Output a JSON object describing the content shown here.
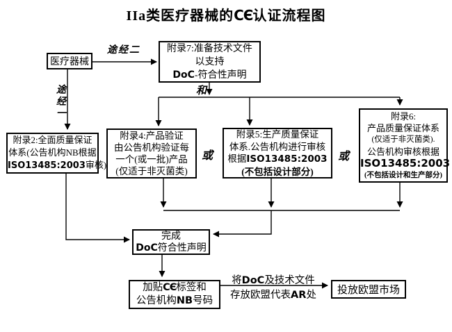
{
  "colors": {
    "ink": "#000000",
    "background": "#ffffff"
  },
  "title": {
    "pre": "IIa类医疗器械的",
    "ce_mark": "CЄ",
    "post": "认证流程图"
  },
  "labels": {
    "route2": "途经二",
    "route1": "途经一",
    "and": "和",
    "or_left": "或",
    "or_right": "或"
  },
  "boxes": {
    "device": {
      "text": "医疗器械"
    },
    "annex7": {
      "l1": "附录7:准备技术文件",
      "l2": "以支持",
      "l3a": "DoC",
      "l3b": "-符合性声明"
    },
    "annex2": {
      "l1": "附录2:全面质量保证",
      "l2": "体系(公告机构NB根据",
      "l3a": "ISO13485:2003",
      "l3b": "审核)"
    },
    "annex4": {
      "l1": "附录4:产品验证",
      "l2": "由公告机构验证每",
      "l3": "一个(或一批)产品",
      "l4": "(仅适于非灭菌类)"
    },
    "annex5": {
      "l1": "附录5:生产质量保证",
      "l2": "体系.公告机构进行审核",
      "l3a": "根据",
      "l3b": "ISO13485:2003",
      "l4": "(不包括设计部分)"
    },
    "annex6": {
      "l1": "附录6:",
      "l2": "产品质量保证体系",
      "l3": "(仅适于非灭菌类).",
      "l4": "公告机构审核根据",
      "l5": "ISO13485:2003",
      "l6": "(不包括设计和生产部分)"
    },
    "doc": {
      "l1": "完成",
      "l2a": "DoC",
      "l2b": "符合性声明"
    },
    "ce": {
      "l1a": "加贴",
      "l1b": "CЄ",
      "l1c": "标签和",
      "l2a": "公告机构",
      "l2b": "NB",
      "l2c": "号码"
    },
    "market": {
      "text": "投放欧盟市场"
    }
  },
  "transfer": {
    "l1a": "将",
    "l1b": "DoC",
    "l1c": "及技术文件",
    "l2a": "存放欧盟代表",
    "l2b": "AR",
    "l2c": "处"
  }
}
